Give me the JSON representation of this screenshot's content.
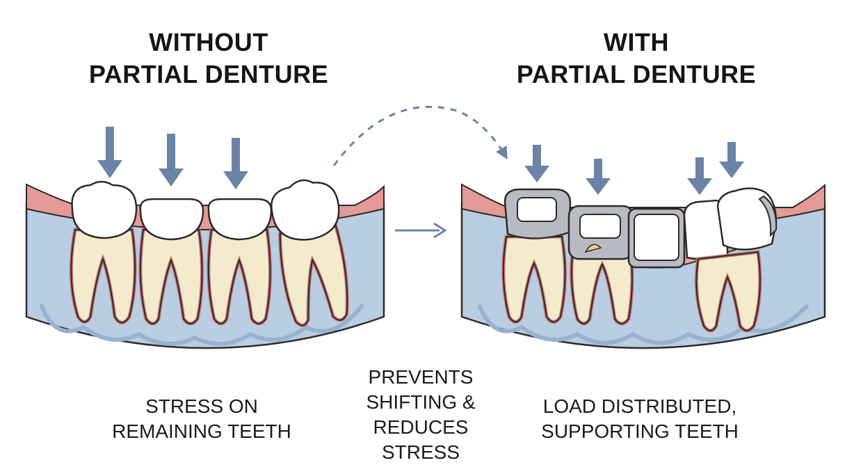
{
  "left_panel": {
    "title_lines": [
      "WITHOUT",
      "PARTIAL DENTURE"
    ],
    "caption_lines": [
      "STRESS ON",
      "REMAINING TEETH"
    ]
  },
  "center": {
    "caption_lines": [
      "PREVENTS",
      "SHIFTING &",
      "REDUCES STRESS"
    ]
  },
  "right_panel": {
    "title_lines": [
      "WITH",
      "PARTIAL DENTURE"
    ],
    "caption_lines": [
      "LOAD DISTRIBUTED,",
      "SUPPORTING TEETH"
    ]
  },
  "colors": {
    "bone": "#b9cde3",
    "bone_dark": "#98b2cf",
    "gum": "#e49a96",
    "gum_line": "#c8736f",
    "root": "#f4ebcf",
    "crown": "#ffffff",
    "metal": "#b8bcc2",
    "arrow": "#6b84a6",
    "outline": "#2a2a2a"
  },
  "icons": {
    "force_arrow": "down-arrow-icon",
    "transition_arrow": "right-arrow-icon",
    "curved_arrow": "dashed-curved-arrow-icon"
  }
}
